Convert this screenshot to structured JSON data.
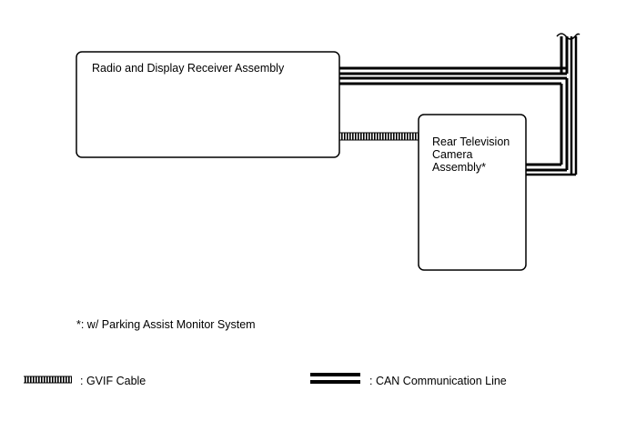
{
  "components": {
    "radio": {
      "label": "Radio and Display Receiver Assembly"
    },
    "camera": {
      "label_lines": [
        "Rear Television",
        "Camera",
        "Assembly*"
      ]
    }
  },
  "footnote": "*: w/ Parking Assist Monitor System",
  "legend": {
    "gvif": {
      "label": ": GVIF Cable"
    },
    "can": {
      "label": ": CAN Communication Line"
    }
  }
}
